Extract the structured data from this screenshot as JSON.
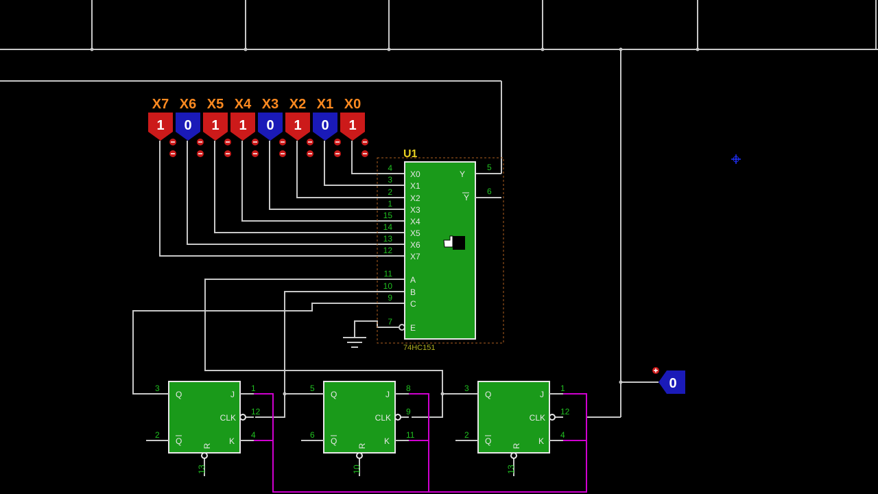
{
  "inputs": [
    {
      "label": "X7",
      "value": "1",
      "color": "#cc1a1a"
    },
    {
      "label": "X6",
      "value": "0",
      "color": "#1a1ab8"
    },
    {
      "label": "X5",
      "value": "1",
      "color": "#cc1a1a"
    },
    {
      "label": "X4",
      "value": "1",
      "color": "#cc1a1a"
    },
    {
      "label": "X3",
      "value": "0",
      "color": "#1a1ab8"
    },
    {
      "label": "X2",
      "value": "1",
      "color": "#cc1a1a"
    },
    {
      "label": "X1",
      "value": "0",
      "color": "#1a1ab8"
    },
    {
      "label": "X0",
      "value": "1",
      "color": "#cc1a1a"
    }
  ],
  "mux": {
    "ref": "U1",
    "part": "74HC151",
    "left_pins": [
      {
        "name": "X0",
        "num": "4"
      },
      {
        "name": "X1",
        "num": "3"
      },
      {
        "name": "X2",
        "num": "2"
      },
      {
        "name": "X3",
        "num": "1"
      },
      {
        "name": "X4",
        "num": "15"
      },
      {
        "name": "X5",
        "num": "14"
      },
      {
        "name": "X6",
        "num": "13"
      },
      {
        "name": "X7",
        "num": "12"
      },
      {
        "name": "A",
        "num": "11"
      },
      {
        "name": "B",
        "num": "10"
      },
      {
        "name": "C",
        "num": "9"
      },
      {
        "name": "E",
        "num": "7"
      }
    ],
    "right_pins": [
      {
        "name": "Y",
        "num": "5"
      },
      {
        "name": "Y",
        "num": "6"
      }
    ]
  },
  "flipflops": [
    {
      "q": "Q",
      "qbar": "Q",
      "j": "J",
      "clk": "CLK",
      "k": "K",
      "r": "R",
      "pins": {
        "q": "3",
        "qbar": "2",
        "j": "1",
        "clk": "12",
        "k": "4",
        "r": "13"
      }
    },
    {
      "q": "Q",
      "qbar": "Q",
      "j": "J",
      "clk": "CLK",
      "k": "K",
      "r": "R",
      "pins": {
        "q": "5",
        "qbar": "6",
        "j": "8",
        "clk": "9",
        "k": "11",
        "r": "10"
      }
    },
    {
      "q": "Q",
      "qbar": "Q",
      "j": "J",
      "clk": "CLK",
      "k": "K",
      "r": "R",
      "pins": {
        "q": "3",
        "qbar": "2",
        "j": "1",
        "clk": "12",
        "k": "4",
        "r": "13"
      }
    }
  ],
  "output_probe": {
    "value": "0",
    "color": "#1a1ab8"
  }
}
